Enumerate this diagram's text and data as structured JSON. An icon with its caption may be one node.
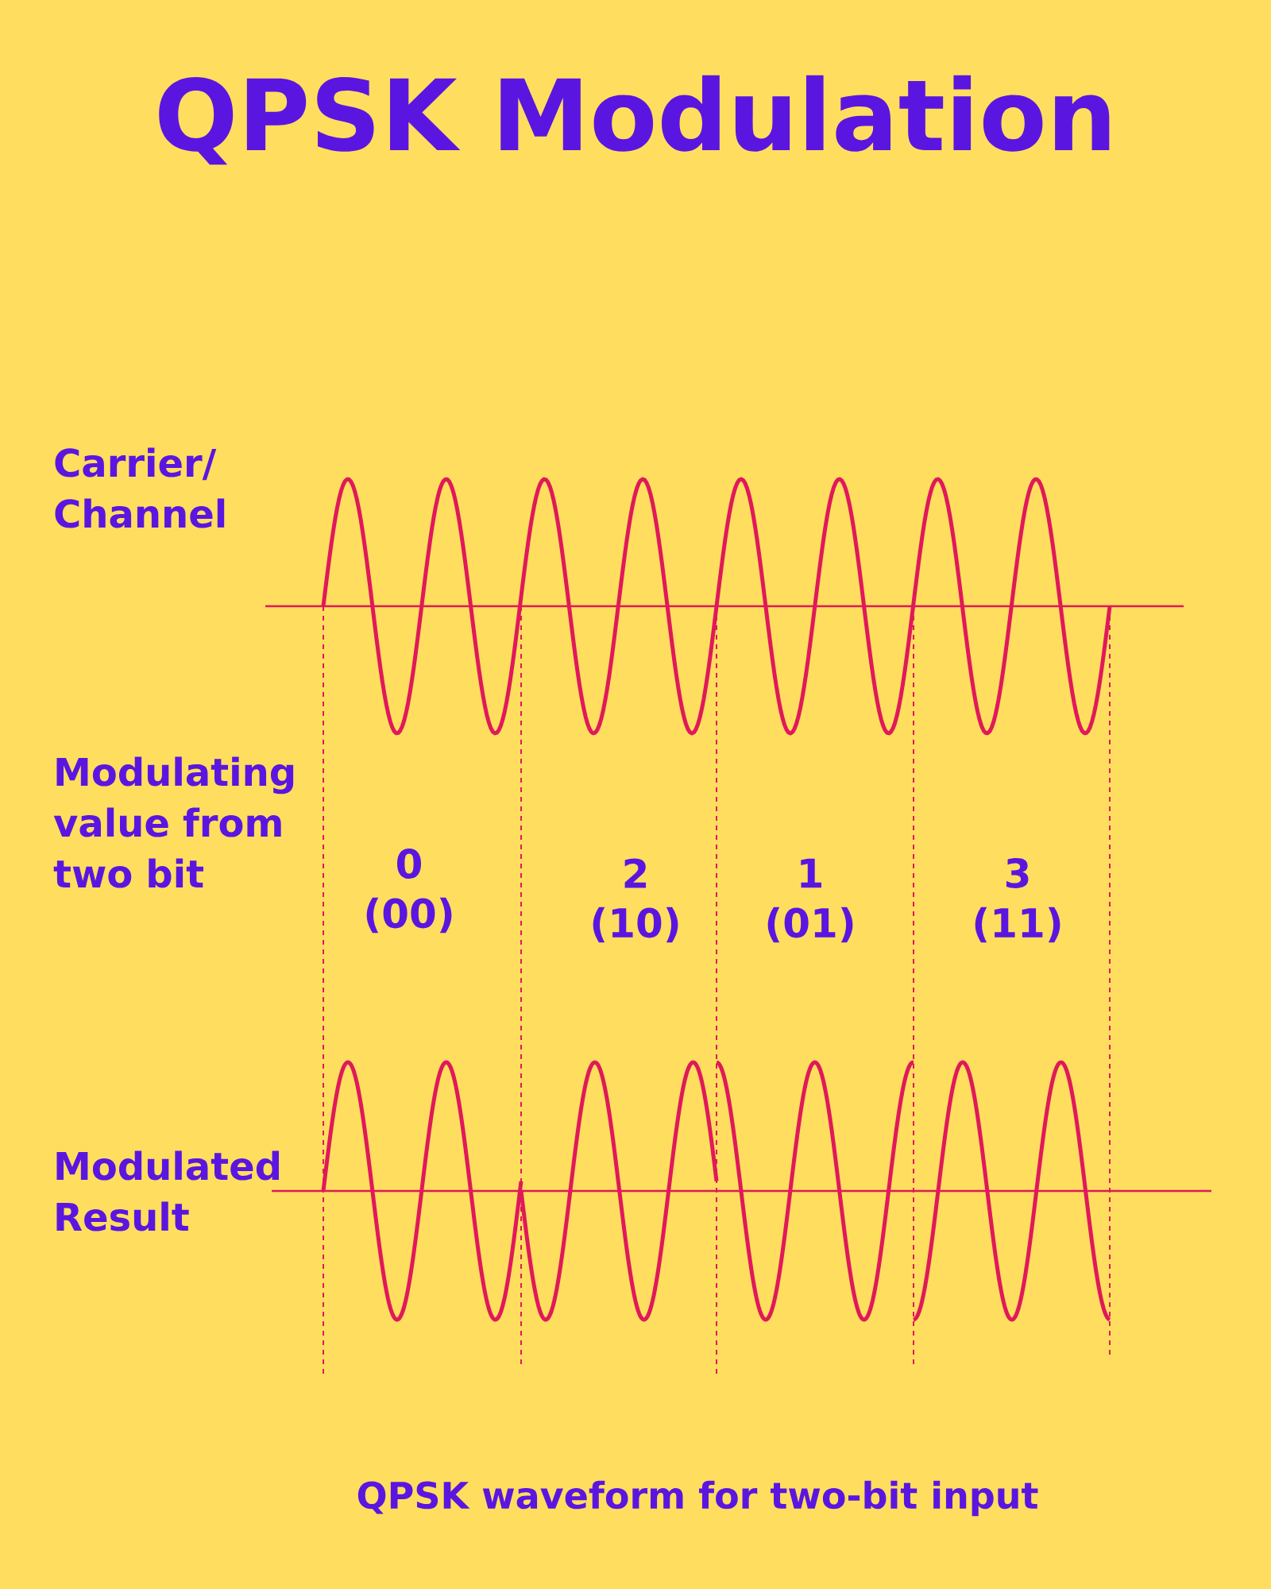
{
  "diagram": {
    "title": "QPSK Modulation",
    "caption": "QPSK waveform for two-bit input",
    "labels": [
      "Carrier/ Channel",
      "Modulating value from two bit",
      "0",
      "(00)",
      "2",
      "(10)",
      "1",
      "(01)",
      "3",
      "(11)",
      "Modulated Result"
    ]
  }
}
